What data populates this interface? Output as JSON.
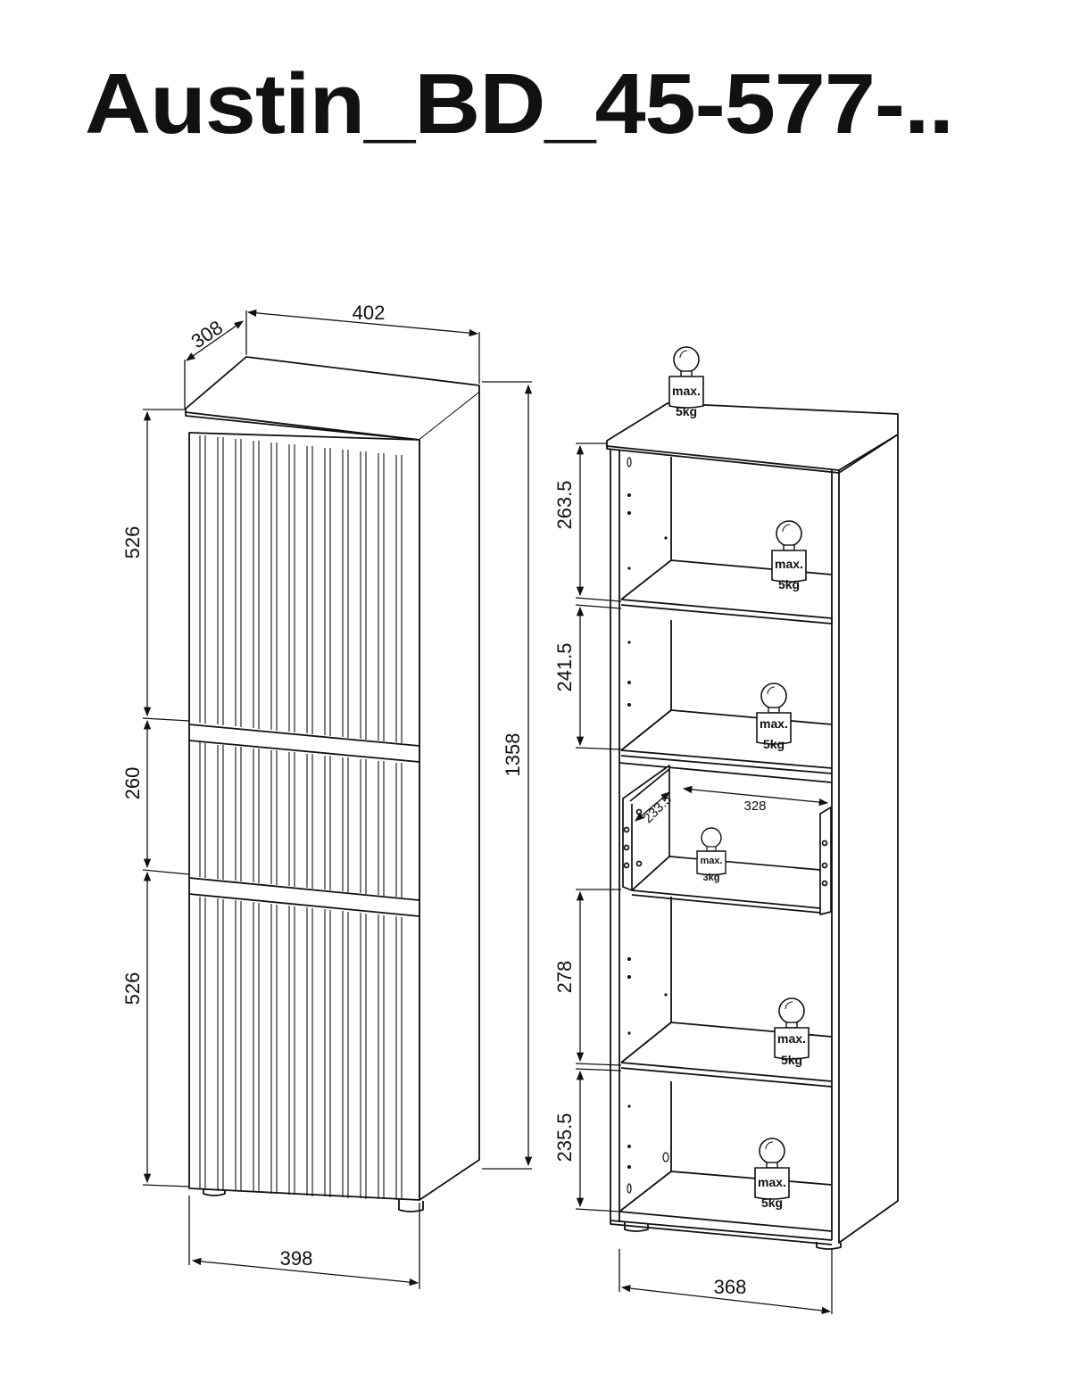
{
  "title": "Austin_BD_45-577-..",
  "closed_view": {
    "depth": "308",
    "width_top": "402",
    "height_total": "1358",
    "door_upper": "526",
    "door_middle": "260",
    "door_lower": "526",
    "width_front": "398"
  },
  "open_view": {
    "comp_1": "263.5",
    "comp_2": "241.5",
    "drawer_depth": "233.5",
    "drawer_width": "328",
    "comp_4": "278",
    "comp_5": "235.5",
    "inner_width": "368"
  },
  "weight_labels": {
    "max": "max.",
    "shelf_load": "5kg",
    "drawer_load": "3kg"
  }
}
